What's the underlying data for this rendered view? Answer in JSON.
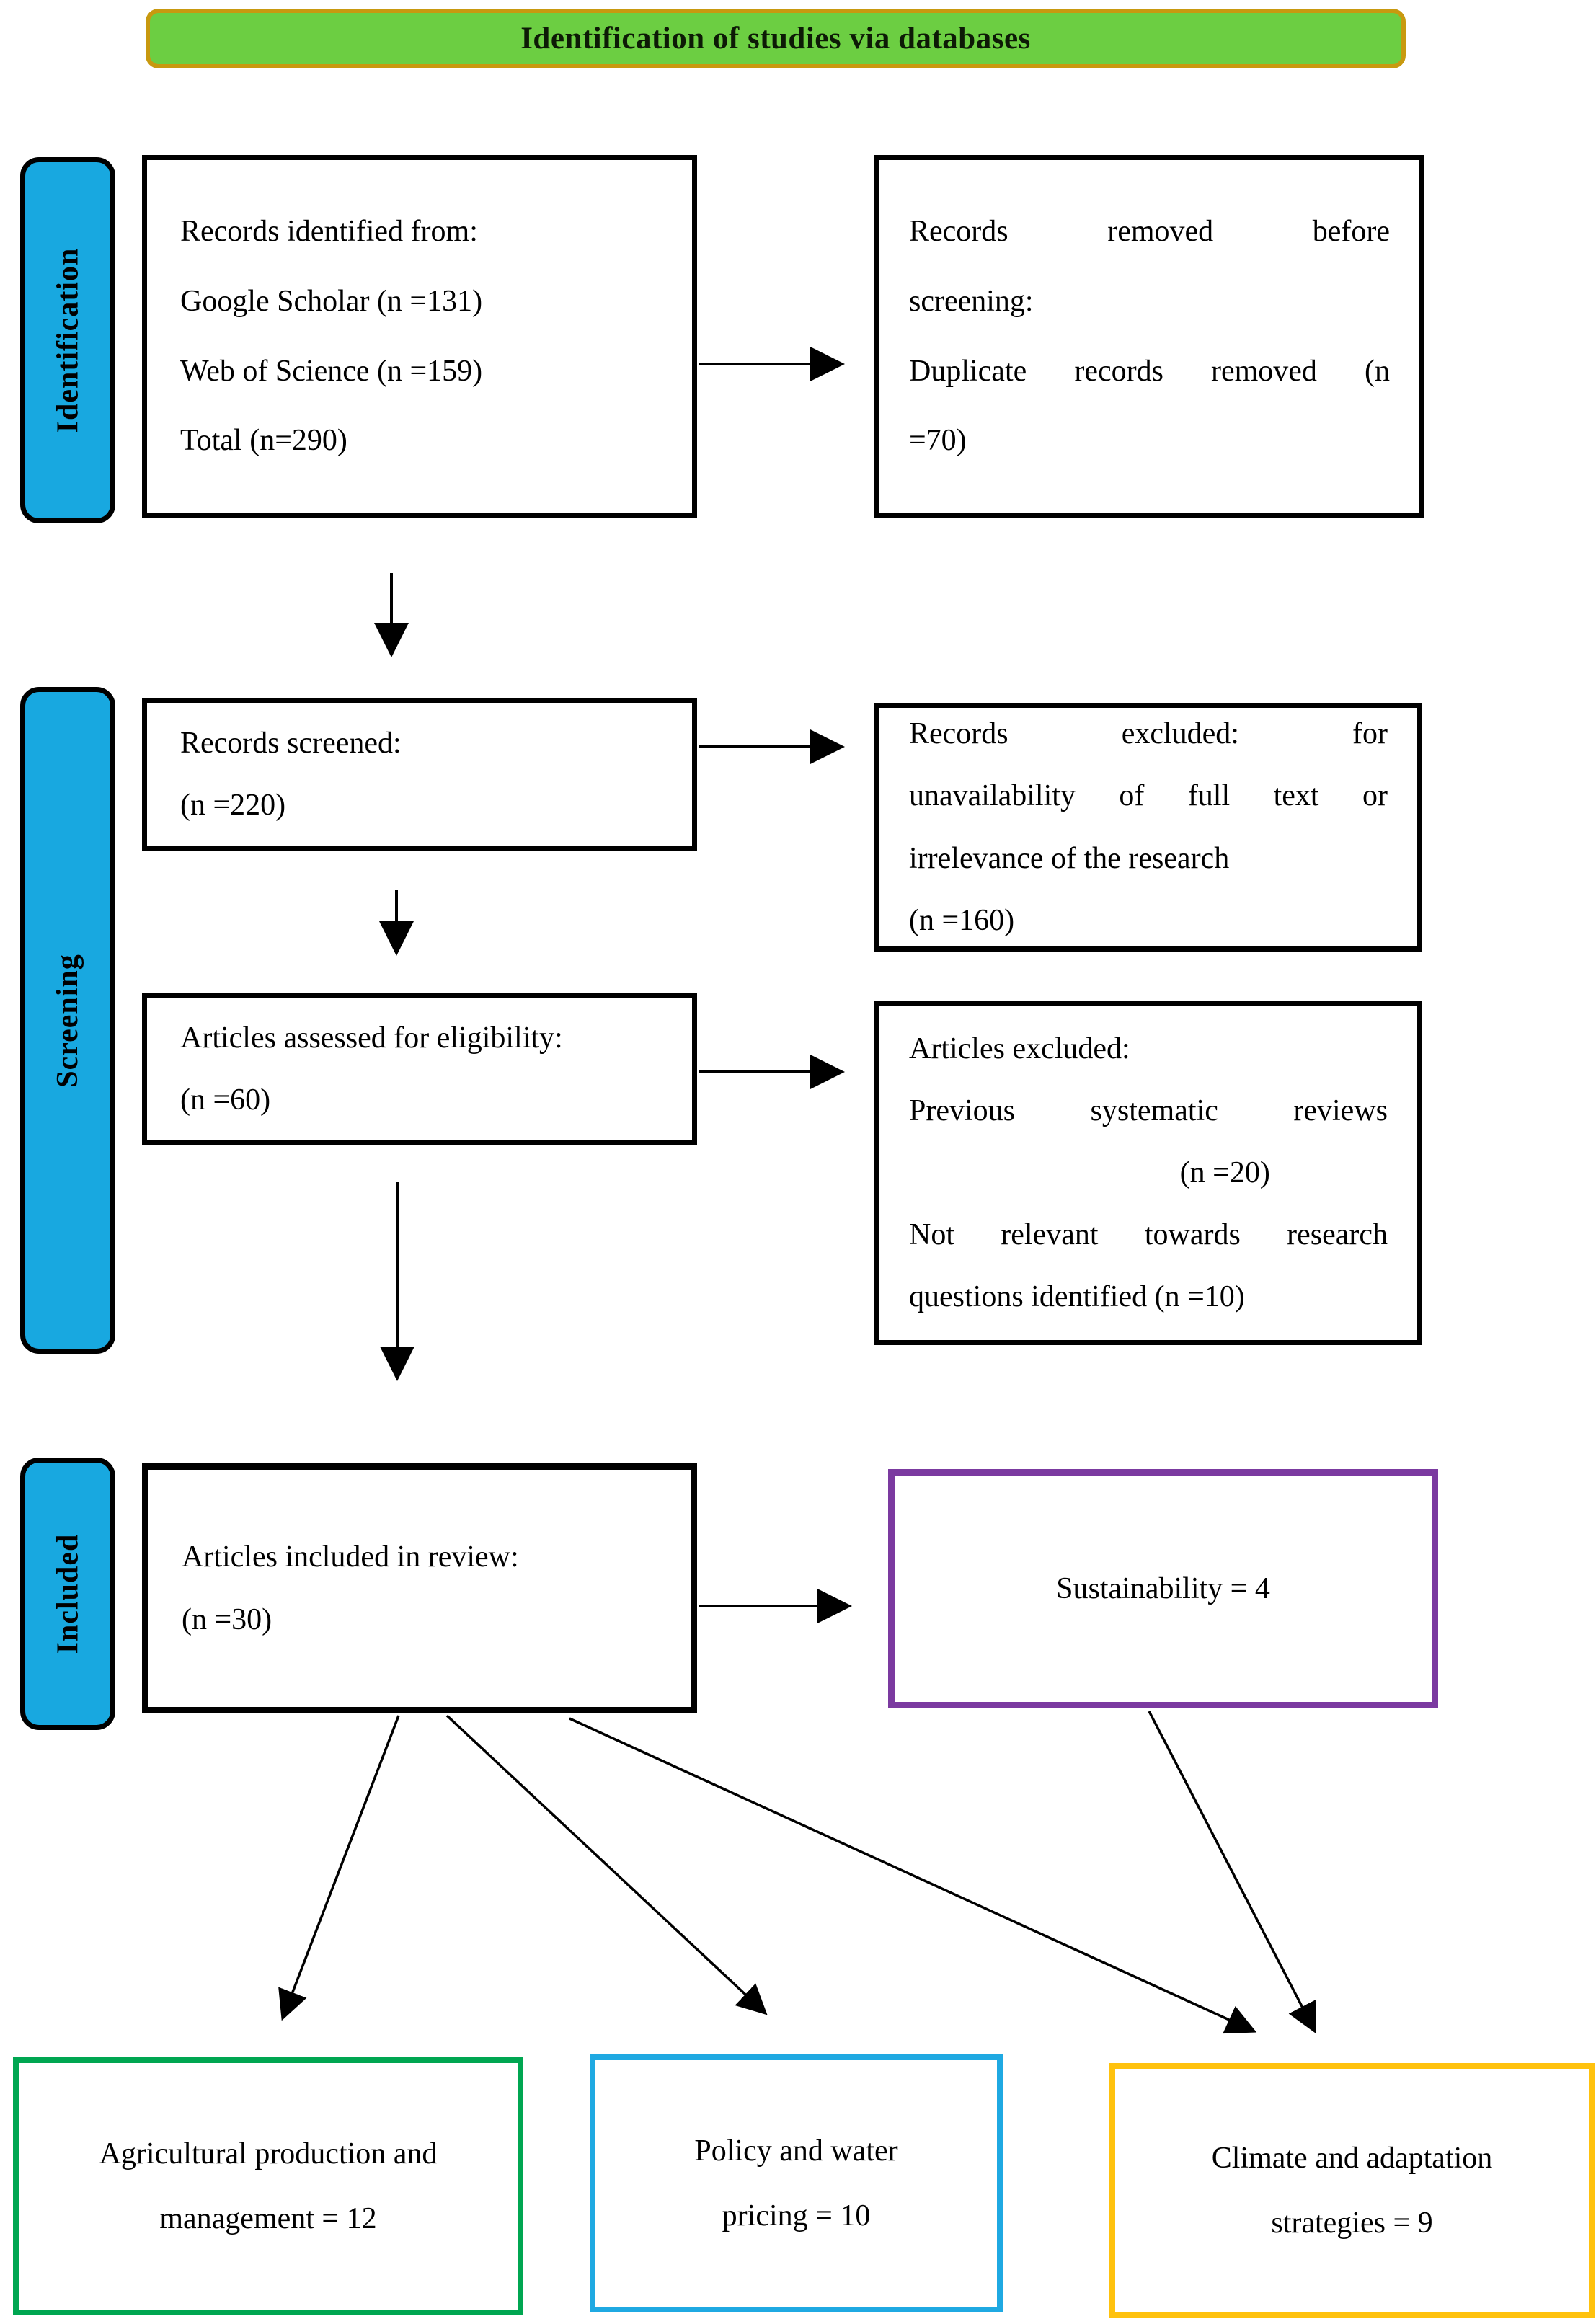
{
  "title": {
    "label": "Identification of studies via databases"
  },
  "sidebar": {
    "identification": "Identification",
    "screening": "Screening",
    "included": "Included"
  },
  "boxes": {
    "records_identified": {
      "lines": [
        "Records identified from:",
        "Google Scholar (n =131)",
        "Web of Science (n =159)",
        "Total (n=290)"
      ]
    },
    "records_removed": {
      "lines": [
        "Records removed before",
        "screening:",
        "Duplicate records removed (n",
        "=70)"
      ]
    },
    "records_screened": {
      "lines": [
        "Records screened:",
        "(n =220)"
      ]
    },
    "records_excluded": {
      "lines": [
        "Records excluded: for",
        "unavailability of full text or",
        "irrelevance of the research",
        "(n =160)"
      ]
    },
    "articles_assessed": {
      "lines": [
        "Articles assessed for eligibility:",
        "(n =60)"
      ]
    },
    "articles_excluded": {
      "lines": [
        "Articles excluded:",
        "Previous systematic reviews",
        "(n =20)",
        "Not relevant towards research",
        "questions identified (n =10)"
      ]
    },
    "articles_included": {
      "lines": [
        "Articles included in review:",
        "(n =30)"
      ]
    },
    "sustainability": {
      "label": "Sustainability = 4"
    },
    "agricultural": {
      "lines": [
        "Agricultural production and",
        "management = 12"
      ]
    },
    "policy": {
      "lines": [
        "Policy and water",
        "pricing = 10"
      ]
    },
    "climate": {
      "lines": [
        "Climate and adaptation",
        "strategies = 9"
      ]
    }
  },
  "colors": {
    "title_fill": "#6CCE42",
    "title_border": "#C8990F",
    "sidebar_fill": "#18A8E0",
    "box_border": "#000000",
    "sustainability_border": "#7B3AA0",
    "agricultural_border": "#00A651",
    "policy_border": "#1FA9E2",
    "climate_border": "#FFC20E",
    "arrow": "#000000"
  }
}
